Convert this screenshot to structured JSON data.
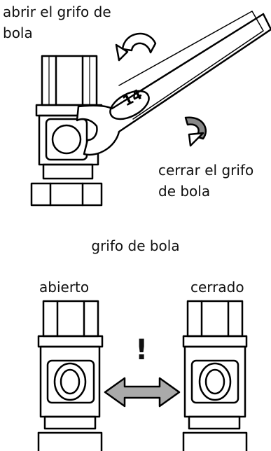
{
  "labels": {
    "open_instruction": "abrir el grifo de bola",
    "close_instruction": "cerrar el grifo de bola",
    "title": "grifo de bola",
    "state_open": "abierto",
    "state_closed": "cerrado",
    "warning": "!",
    "wrench_size": "14"
  }
}
